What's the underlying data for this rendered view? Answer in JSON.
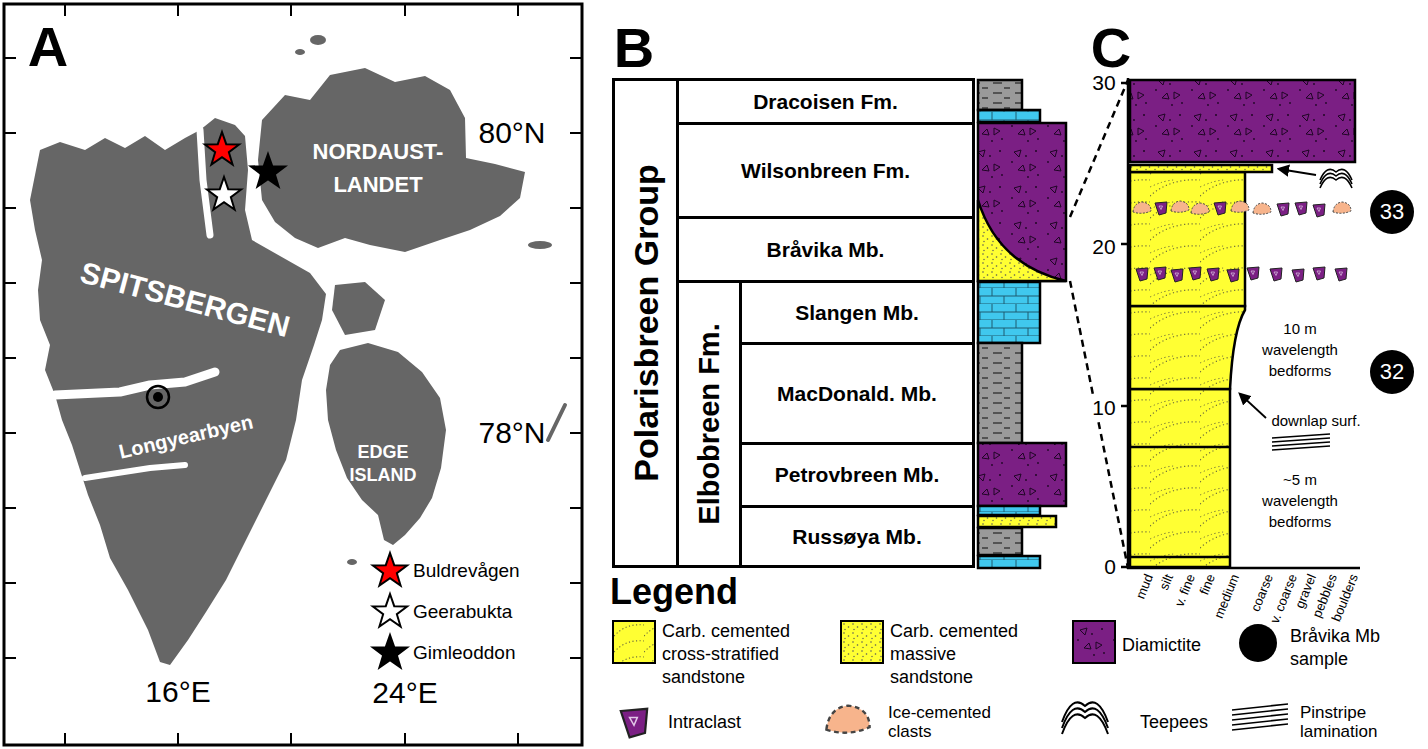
{
  "diagram": {
    "nodes": [
      {
        "text": [
          "Polarisbreen Group"
        ]
      },
      {
        "text": [
          "Dracoisen Fm."
        ],
        "in": 0
      },
      {
        "text": [
          "Wilsonbreen Fm."
        ],
        "in": 0
      },
      {
        "text": [
          "Bråvika Mb."
        ],
        "in": 0
      },
      {
        "text": [
          "Elbobreen Fm."
        ],
        "in": 0
      },
      {
        "text": [
          "Slangen Mb."
        ],
        "in": 4
      },
      {
        "text": [
          "MacDonald. Mb."
        ],
        "in": 4
      },
      {
        "text": [
          "Petrovbreen Mb."
        ],
        "in": 4
      },
      {
        "text": [
          "Russøya Mb."
        ],
        "in": 4
      },
      {
        "text": [
          "33"
        ]
      },
      {
        "text": [
          "32"
        ]
      }
    ],
    "labels": [
      "A",
      "B",
      "C",
      "SPITSBERGEN",
      "NORDAUST- LANDET",
      "Longyearbyen",
      "EDGE ISLAND",
      "80°N",
      "78°N",
      "16°E",
      "24°E",
      "30",
      "20",
      "10",
      "0",
      "mud",
      "silt",
      "v. fine",
      "fine",
      "medium",
      "coarse",
      "v. coarse",
      "gravel",
      "pebbles",
      "boulders",
      "10 m wavelength bedforms",
      "downlap surf.",
      "~5 m wavelength bedforms",
      "Legend"
    ],
    "legend": [
      {
        "text": "Buldrevågen"
      },
      {
        "text": "Geerabukta"
      },
      {
        "text": "Gimleoddon"
      },
      {
        "text": "Carb. cemented cross-stratified sandstone",
        "color": "#ffff33"
      },
      {
        "text": "Carb. cemented massive sandstone",
        "color": "#ffff33"
      },
      {
        "text": "Diamictite",
        "color": "#7b1f84"
      },
      {
        "text": "Bråvika Mb sample"
      },
      {
        "text": "Intraclast"
      },
      {
        "text": "Ice-cemented clasts"
      },
      {
        "text": "Teepees"
      },
      {
        "text": "Pinstripe lamination"
      }
    ]
  }
}
